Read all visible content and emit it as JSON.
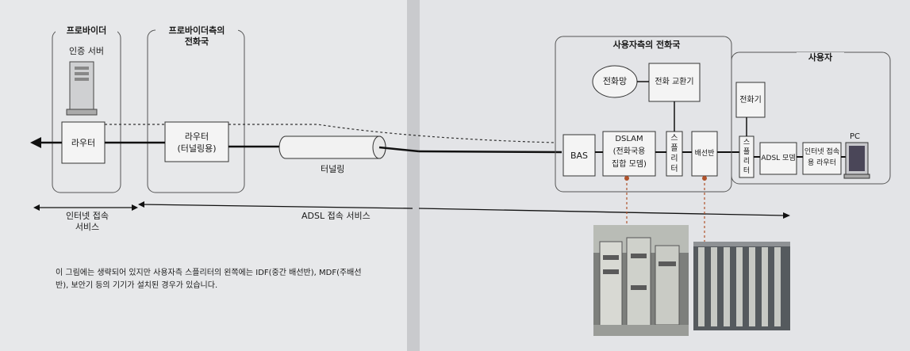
{
  "left_page": {
    "provider_group": {
      "title": "프로바이더",
      "auth_server_label": "인증 서버",
      "router_label": "라우터"
    },
    "provider_office_group": {
      "title_line1": "프로바이더측의",
      "title_line2": "전화국",
      "router_line1": "라우터",
      "router_line2": "(터널링용)"
    },
    "tunnel_label": "터널링",
    "internet_service_line1": "인터넷 접속",
    "internet_service_line2": "서비스",
    "adsl_service_label": "ADSL 접속 서비스",
    "caption_line1": "이 그림에는 생략되어 있지만 사용자측 스플리터의 왼쪽에는 IDF(중간 배선반), MDF(주배선",
    "caption_line2": "반), 보안기 등의 기기가 설치된 경우가 있습니다."
  },
  "right_page": {
    "user_office_group": {
      "title": "사용자측의 전화국",
      "phone_network": "전화망",
      "phone_exchange": "전화 교환기",
      "bas": "BAS",
      "dslam_line1": "DSLAM",
      "dslam_line2": "(전화국용",
      "dslam_line3": "집합 모뎀)",
      "splitter": [
        "스",
        "플",
        "리",
        "터"
      ],
      "mdf": "배선반"
    },
    "user_group": {
      "title": "사용자",
      "telephone": "전화기",
      "splitter": [
        "스",
        "플",
        "리",
        "터"
      ],
      "adsl_modem": "ADSL 모뎀",
      "router_line1": "인터넷 접속",
      "router_line2": "용 라우터",
      "pc": "PC"
    }
  },
  "colors": {
    "paper": "#e6e7e9",
    "box_fill": "#f4f4f4",
    "line": "#111111",
    "photo_callout": "#b0522a"
  }
}
